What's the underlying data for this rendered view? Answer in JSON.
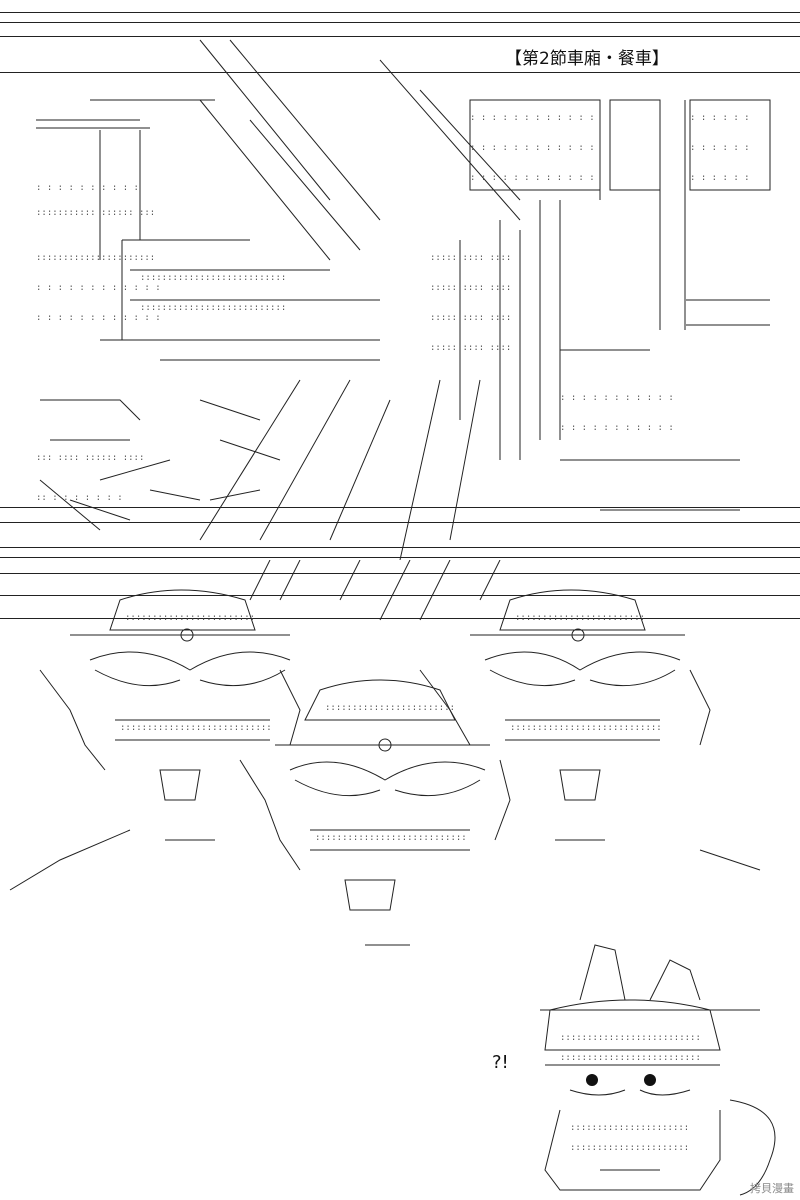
{
  "panel1": {
    "caption": "【第2節車廂・餐車】",
    "icon": "dining-car-scene-ascii-art"
  },
  "panel2": {
    "icon": "masked-figures-ascii-art"
  },
  "panel3": {
    "exclaim": "?!",
    "icon": "surprised-cat-ascii-art"
  },
  "watermark": "拷貝漫畫",
  "colors": {
    "ink": "#111111",
    "paper": "#ffffff"
  }
}
